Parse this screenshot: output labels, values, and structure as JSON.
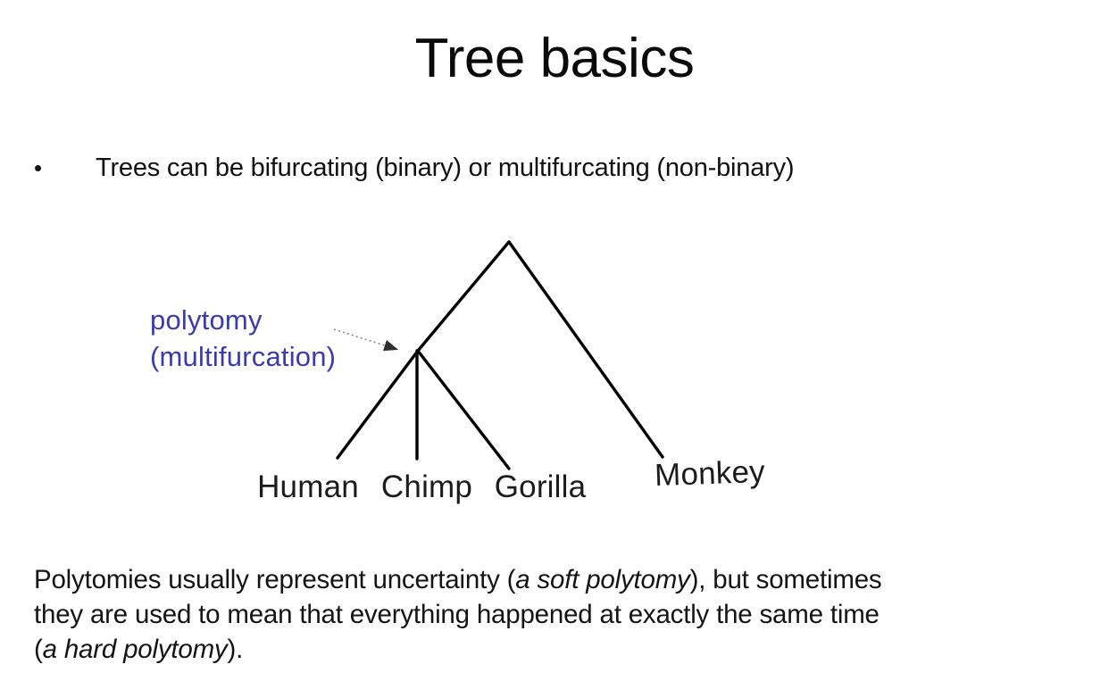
{
  "slide": {
    "title": "Tree basics",
    "bullet": {
      "marker": "•",
      "text": "Trees can be bifurcating (binary) or multifurcating (non-binary)"
    },
    "diagram": {
      "annotation": {
        "line1": "polytomy",
        "line2": "(multifurcation)",
        "color": "#3b3bae",
        "points_to": "internal node with three children"
      },
      "tips": [
        "Human",
        "Chimp",
        "Gorilla",
        "Monkey"
      ],
      "structure": {
        "root_children": [
          "polytomy node",
          "Monkey"
        ],
        "polytomy_node_children": [
          "Human",
          "Chimp",
          "Gorilla"
        ]
      }
    },
    "footer": {
      "full_text": "Polytomies usually represent uncertainty (a soft polytomy), but sometimes they are used to mean that everything happened at exactly the same time (a hard polytomy).",
      "segments": [
        {
          "text": "Polytomies usually represent uncertainty ("
        },
        {
          "text": "a soft polytomy",
          "italic": true
        },
        {
          "text": "), but sometimes"
        },
        {
          "break": true
        },
        {
          "text": "they are used to mean that everything happened at exactly the same time"
        },
        {
          "break": true
        },
        {
          "text": "("
        },
        {
          "text": "a hard polytomy",
          "italic": true
        },
        {
          "text": ")."
        }
      ]
    },
    "colors": {
      "background": "#ffffff",
      "body_text": "#141414",
      "annotation_blue": "#3b3bae",
      "tree_line": "#000000",
      "arrow_gray": "#8a8a8a"
    }
  }
}
